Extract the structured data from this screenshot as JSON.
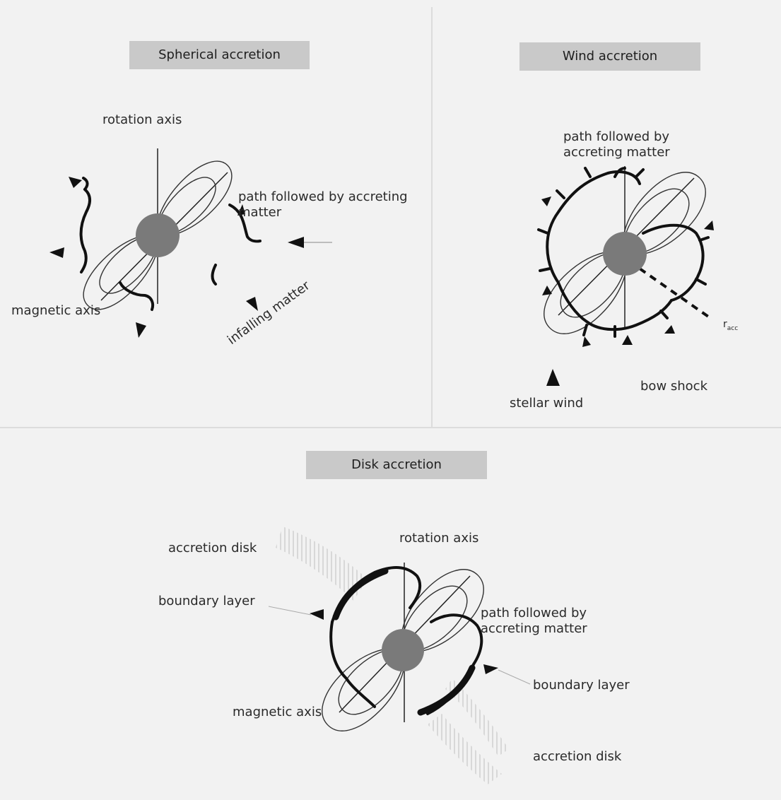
{
  "spherical": {
    "title": "Spherical accretion",
    "rotation_axis": "rotation axis",
    "path": "path followed by accreting matter",
    "magnetic_axis": "magnetic axis",
    "infalling": "infalling matter"
  },
  "wind": {
    "title": "Wind accretion",
    "path": "path followed by accreting matter",
    "r_acc": "r",
    "r_acc_sub": "acc",
    "stellar_wind": "stellar wind",
    "bow_shock": "bow shock"
  },
  "disk": {
    "title": "Disk accretion",
    "accretion_disk_top": "accretion disk",
    "rotation_axis": "rotation axis",
    "boundary_layer_left": "boundary layer",
    "path": "path followed by accreting matter",
    "boundary_layer_right": "boundary layer",
    "magnetic_axis": "magnetic axis",
    "accretion_disk_bottom": "accretion disk"
  },
  "colors": {
    "star": "#7a7a7a",
    "title_bg": "#c9c9c9",
    "line": "#1a1a1a"
  }
}
